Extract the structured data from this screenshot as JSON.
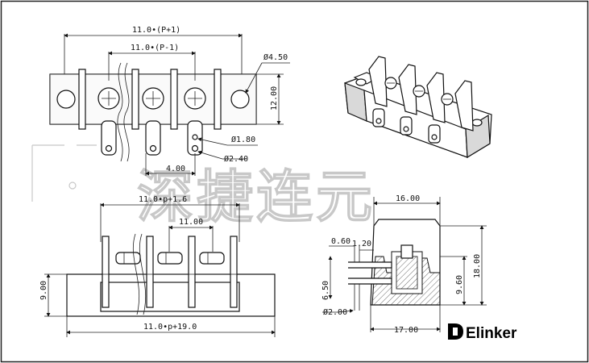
{
  "dimensions": {
    "top": {
      "overall": "11.0•(P+1)",
      "pitch_span": "11.0•(P-1)",
      "hole_dia": "Ø4.50",
      "height": "12.00",
      "pin_small": "Ø1.80",
      "pin_large": "Ø2.40",
      "pin_pitch": "4.00"
    },
    "front": {
      "top_overall": "11.0•p+1.6",
      "pitch": "11.00",
      "height": "9.00",
      "bottom_overall": "11.0•p+19.0"
    },
    "side": {
      "width": "16.00",
      "t1": "0.60",
      "t2": "1.20",
      "h1": "6.50",
      "h2": "9.60",
      "h3": "18.00",
      "pin_dia": "Ø2.00",
      "bottom": "17.00"
    }
  },
  "brand": {
    "name": "Elinker",
    "watermark": "深捷连元"
  },
  "colors": {
    "line": "#111111",
    "fill_gray": "#d9d9d9",
    "watermark": "#c8c8c8"
  }
}
